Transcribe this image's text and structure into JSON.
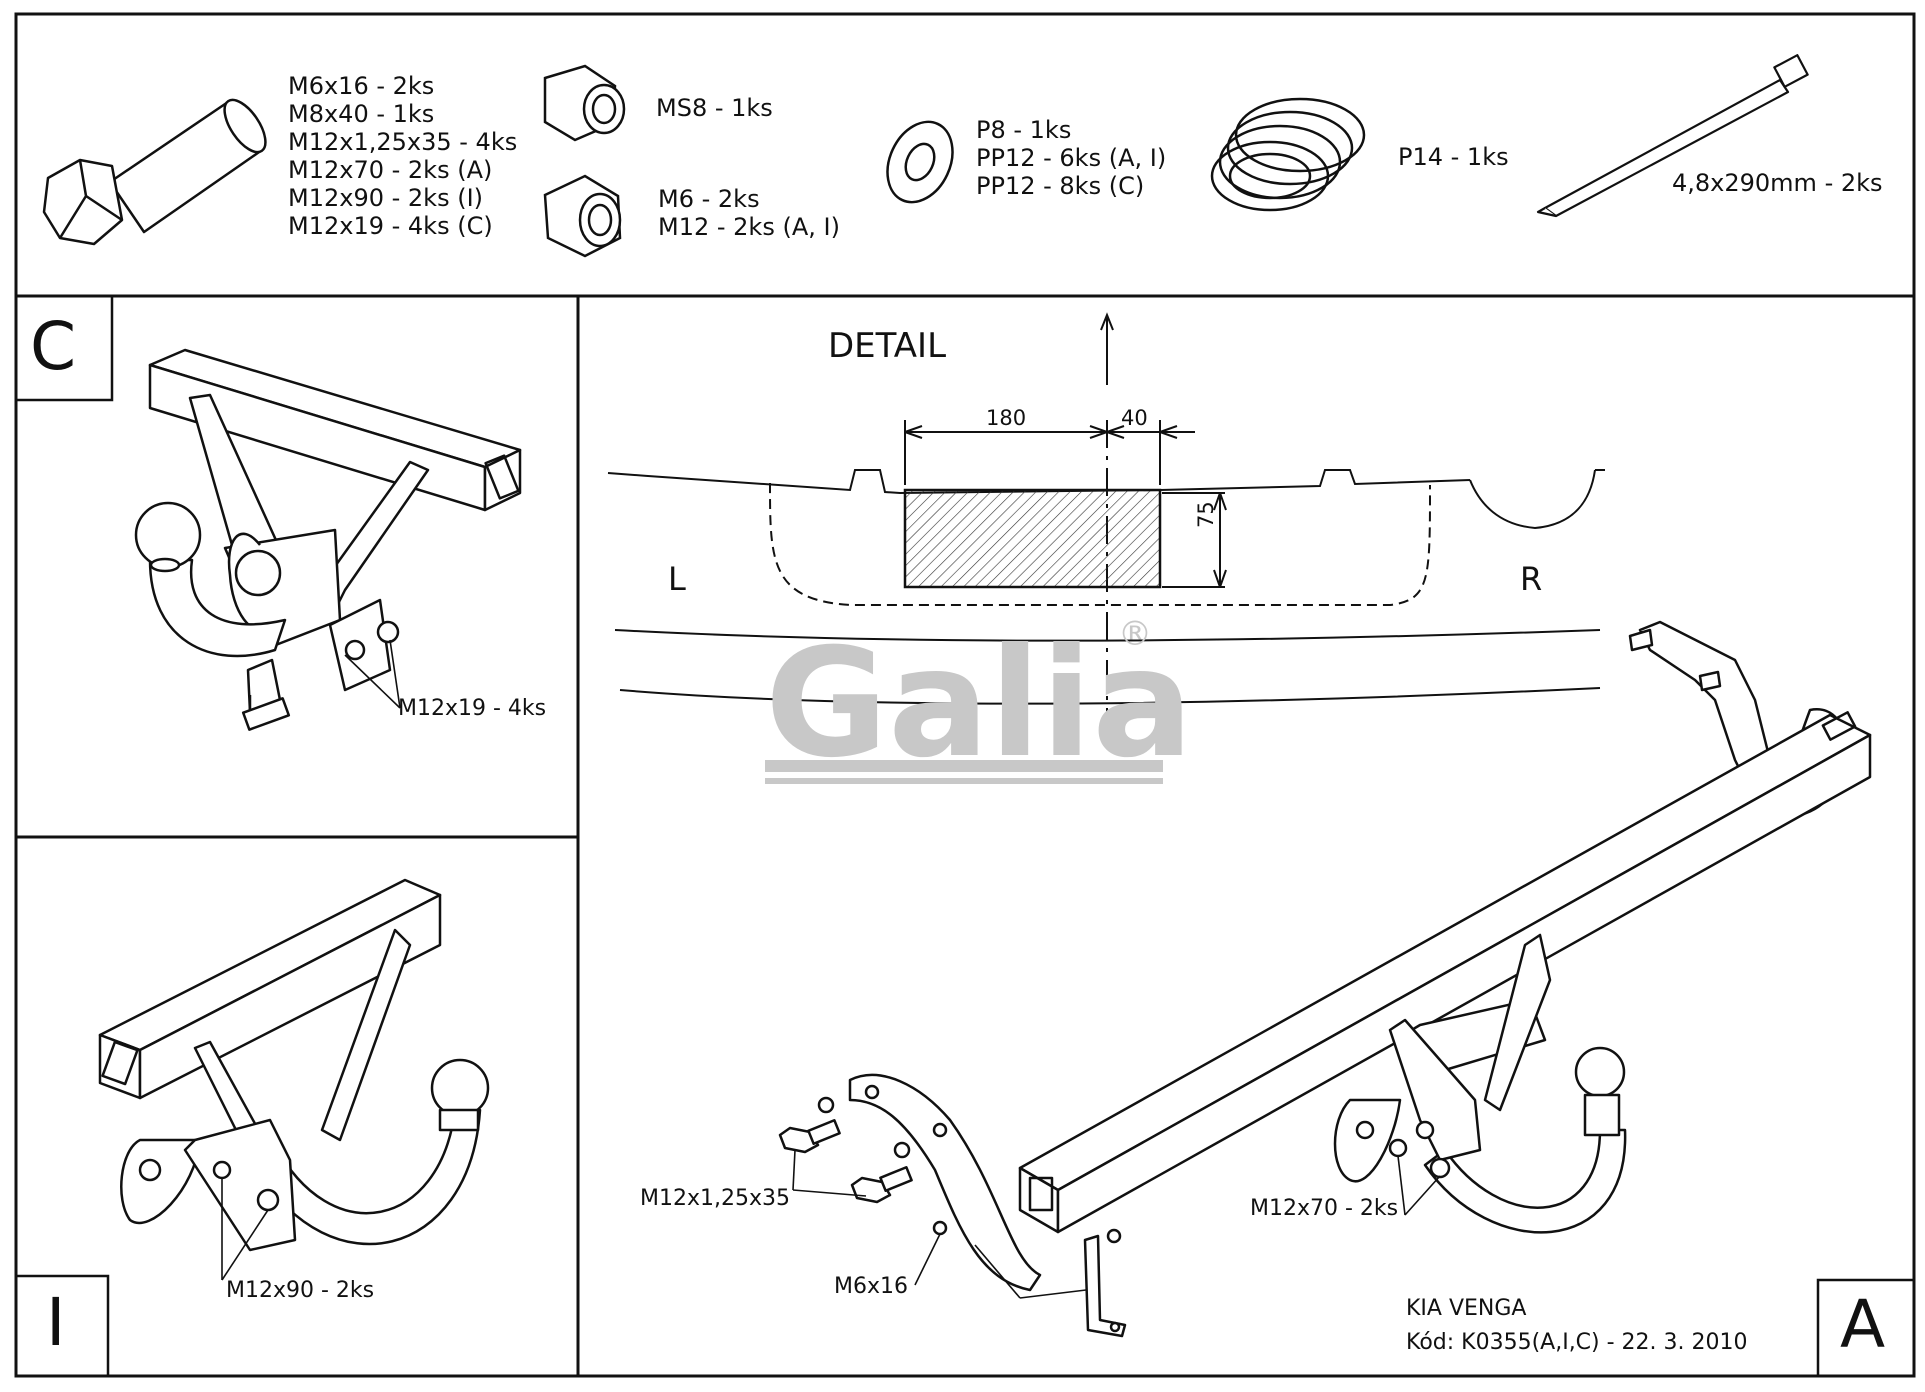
{
  "parts": {
    "bolts": [
      "M6x16 - 2ks",
      "M8x40 - 1ks",
      "M12x1,25x35 - 4ks",
      "M12x70 - 2ks (A)",
      "M12x90 - 2ks (I)",
      "M12x19 - 4ks (C)"
    ],
    "nut_ms8": "MS8 - 1ks",
    "nuts": [
      "M6 - 2ks",
      "M12 - 2ks (A, I)"
    ],
    "washers": [
      "P8 - 1ks",
      "PP12 - 6ks (A, I)",
      "PP12 - 8ks (C)"
    ],
    "spring": "P14 - 1ks",
    "cable_tie": "4,8x290mm - 2ks"
  },
  "panels": {
    "c": {
      "letter": "C",
      "callout": "M12x19 - 4ks"
    },
    "i": {
      "letter": "I",
      "callout": "M12x90 - 2ks"
    },
    "a": {
      "letter": "A",
      "callouts": {
        "bolt_pair": "M12x1,25x35",
        "small_bolt": "M6x16",
        "ball_bolts": "M12x70 - 2ks"
      }
    }
  },
  "detail": {
    "title": "DETAIL",
    "dim_width": "180",
    "dim_offset": "40",
    "dim_height": "75",
    "left": "L",
    "right": "R"
  },
  "logo": {
    "text": "Galia",
    "mark": "®"
  },
  "footer": {
    "model": "KIA VENGA",
    "code": "Kód: K0355(A,I,C) - 22. 3. 2010"
  },
  "colors": {
    "line": "#111111",
    "watermark": "#c8c8c8",
    "background": "#ffffff"
  }
}
